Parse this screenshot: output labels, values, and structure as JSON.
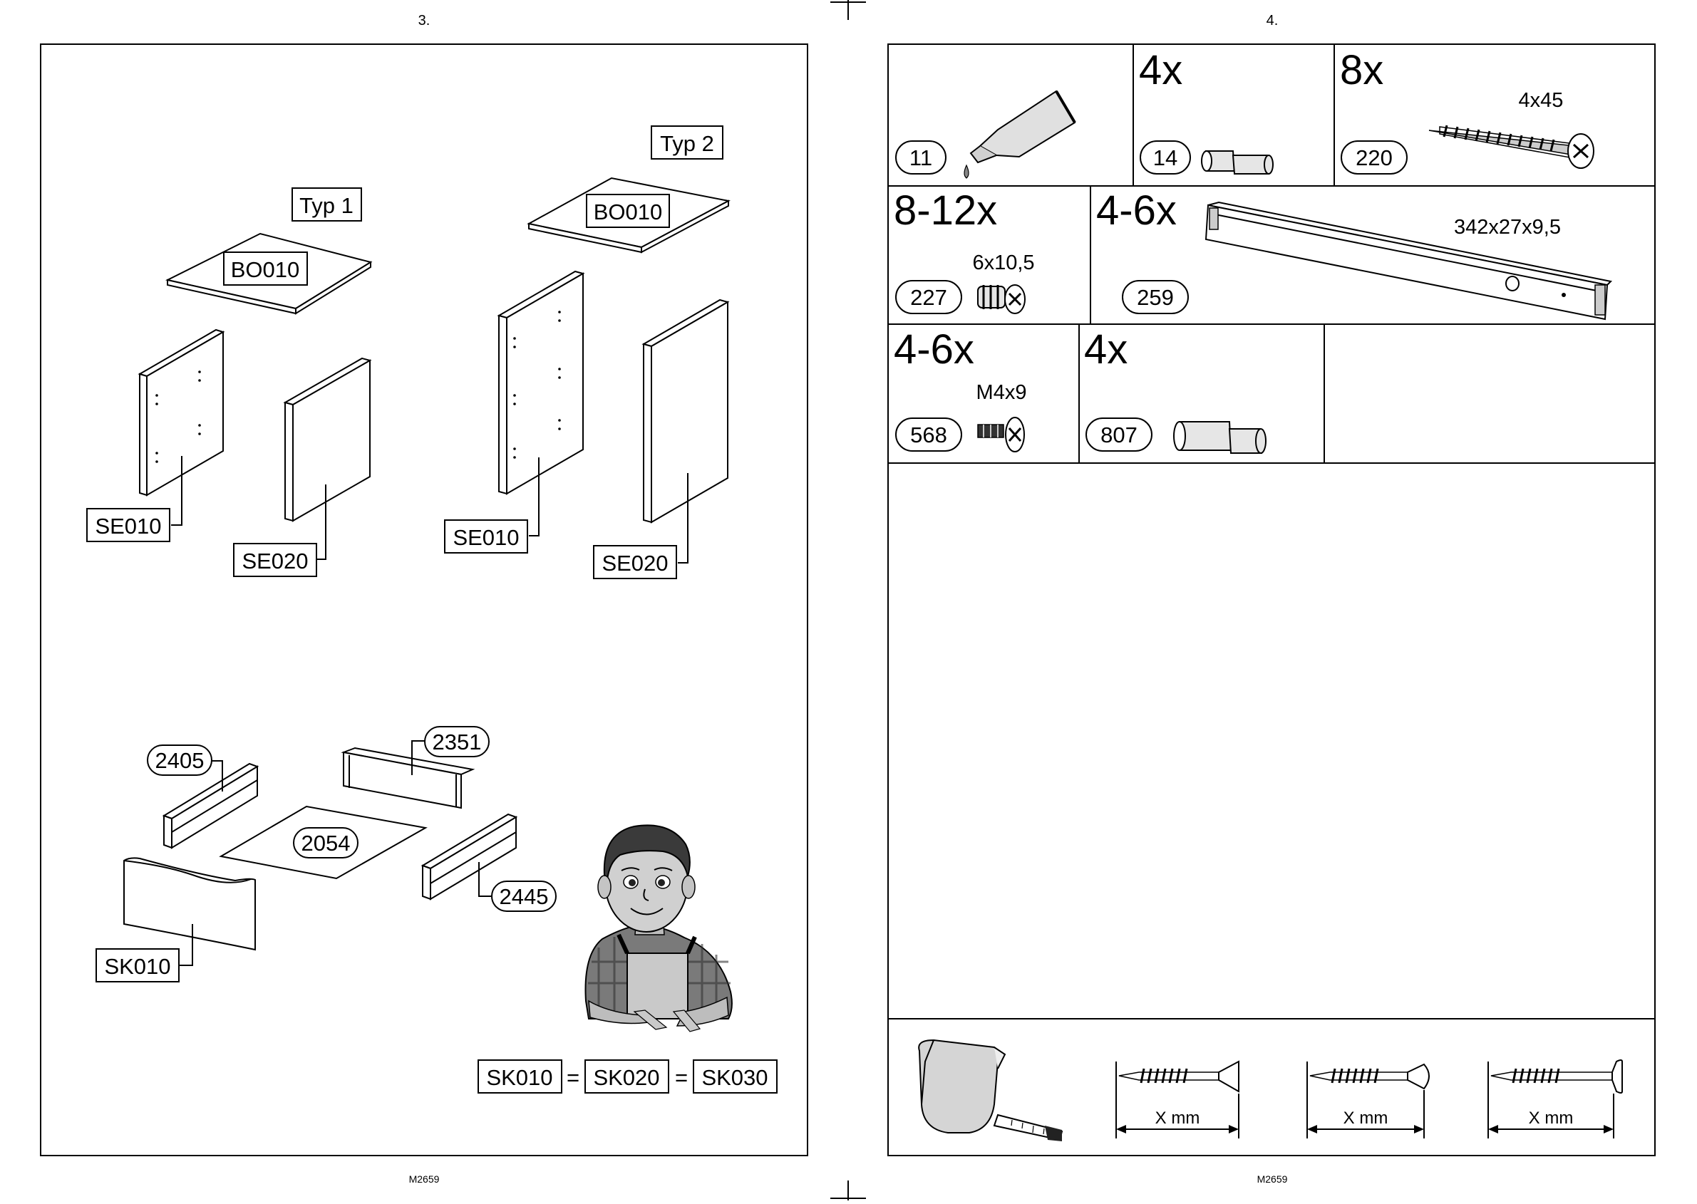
{
  "pages": [
    {
      "number": "3.",
      "footer": "M2659",
      "variants": [
        {
          "label": "Typ 1",
          "top": "BO010",
          "side_a": "SE010",
          "side_b": "SE020"
        },
        {
          "label": "Typ 2",
          "top": "BO010",
          "side_a": "SE010",
          "side_b": "SE020"
        }
      ],
      "drawer": {
        "side_left": "2405",
        "back": "2351",
        "bottom": "2054",
        "side_right": "2445",
        "front": "SK010"
      },
      "equivalence": {
        "a": "SK010",
        "eq1": "=",
        "b": "SK020",
        "eq2": "=",
        "c": "SK030"
      }
    },
    {
      "number": "4.",
      "footer": "M2659",
      "hardware": [
        {
          "id": "11",
          "qty": "",
          "size": "",
          "icon": "glue-tube-icon"
        },
        {
          "id": "14",
          "qty": "4x",
          "size": "",
          "icon": "shelf-pin-icon"
        },
        {
          "id": "220",
          "qty": "8x",
          "size": "4x45",
          "icon": "wood-screw-icon"
        },
        {
          "id": "227",
          "qty": "8-12x",
          "size": "6x10,5",
          "icon": "euro-screw-icon"
        },
        {
          "id": "259",
          "qty": "4-6x",
          "size": "342x27x9,5",
          "icon": "drawer-rail-icon"
        },
        {
          "id": "568",
          "qty": "4-6x",
          "size": "M4x9",
          "icon": "machine-screw-icon"
        },
        {
          "id": "807",
          "qty": "4x",
          "size": "",
          "icon": "connector-pin-icon"
        }
      ],
      "screw_guide": {
        "measure_label": "X mm"
      }
    }
  ]
}
